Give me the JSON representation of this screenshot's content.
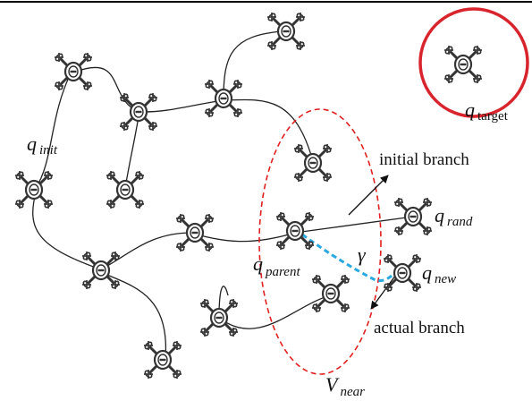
{
  "labels": {
    "q_init": {
      "base": "q",
      "sub": "init"
    },
    "q_target": {
      "base": "q",
      "sub": "target"
    },
    "q_rand": {
      "base": "q",
      "sub": "rand"
    },
    "q_parent": {
      "base": "q",
      "sub": "parent"
    },
    "q_new": {
      "base": "q",
      "sub": "new"
    },
    "gamma": "γ",
    "v_near": {
      "base": "V",
      "sub": "near"
    },
    "initial_branch": "initial branch",
    "actual_branch": "actual branch"
  },
  "colors": {
    "tree_edge": "#222222",
    "near_region": "#e02020",
    "target_region": "#d8242c",
    "actual_branch": "#29a8e0",
    "drone": "#333333"
  },
  "icons": {
    "node": "quadcopter-drone-icon"
  }
}
